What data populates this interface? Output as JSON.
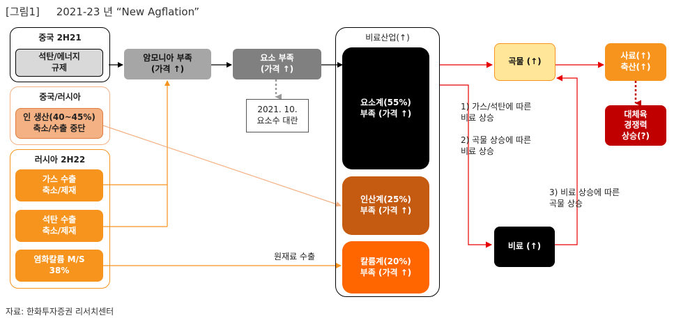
{
  "title": "[그림1]     2021-23 년 “New Agflation”",
  "source": "자료: 한화투자증권 리서치센터",
  "groups": {
    "china": {
      "label": "중국 2H21"
    },
    "china_russia": {
      "label": "중국/러시아"
    },
    "russia": {
      "label": "러시아 2H22"
    },
    "fertilizer_industry": {
      "label": "비료산업(↑)"
    }
  },
  "boxes": {
    "coal_energy": "석탄/에너지\n규제",
    "ammonia": "암모니아 부족\n(가격 ↑)",
    "urea_shortage": "요소 부족\n(가격 ↑)",
    "urea_crisis": "2021. 10.\n요소수 대란",
    "phosphate_prod": "인 생산(40~45%)\n축소/수출 중단",
    "gas_export": "가스 수출\n축소/제재",
    "coal_export": "석탄 수출\n축소/제재",
    "potash": "염화칼륨 M/S\n38%",
    "urea_group": "요소계(55%)\n부족 (가격 ↑)",
    "phosphate_group": "인산계(25%)\n부족 (가격 ↑)",
    "potassium_group": "칼륨계(20%)\n부족 (가격 ↑)",
    "grain": "곡물 (↑)",
    "feed": "사료(↑)\n축산(↑)",
    "substitute": "대체육\n경쟁력\n상승(?)",
    "fertilizer": "비료 (↑)"
  },
  "annotations": {
    "raw_export": "원재료 수출",
    "reason1": "1) 가스/석탄에 따른\n    비료 상승",
    "reason2": "2) 곡물 상승에 따른\n    비료 상승",
    "reason3": "3) 비료 상승에 따른\n    곡물 상승"
  },
  "colors": {
    "gray_light": "#d9d9d9",
    "gray_mid": "#a6a6a6",
    "gray_dark": "#808080",
    "orange_light": "#f4b183",
    "orange": "#f7941d",
    "orange_dark": "#c55a11",
    "orange_bright": "#ff6600",
    "yellow": "#ffe699",
    "red": "#c00000",
    "arrow_red": "#e60000",
    "black": "#000000"
  }
}
